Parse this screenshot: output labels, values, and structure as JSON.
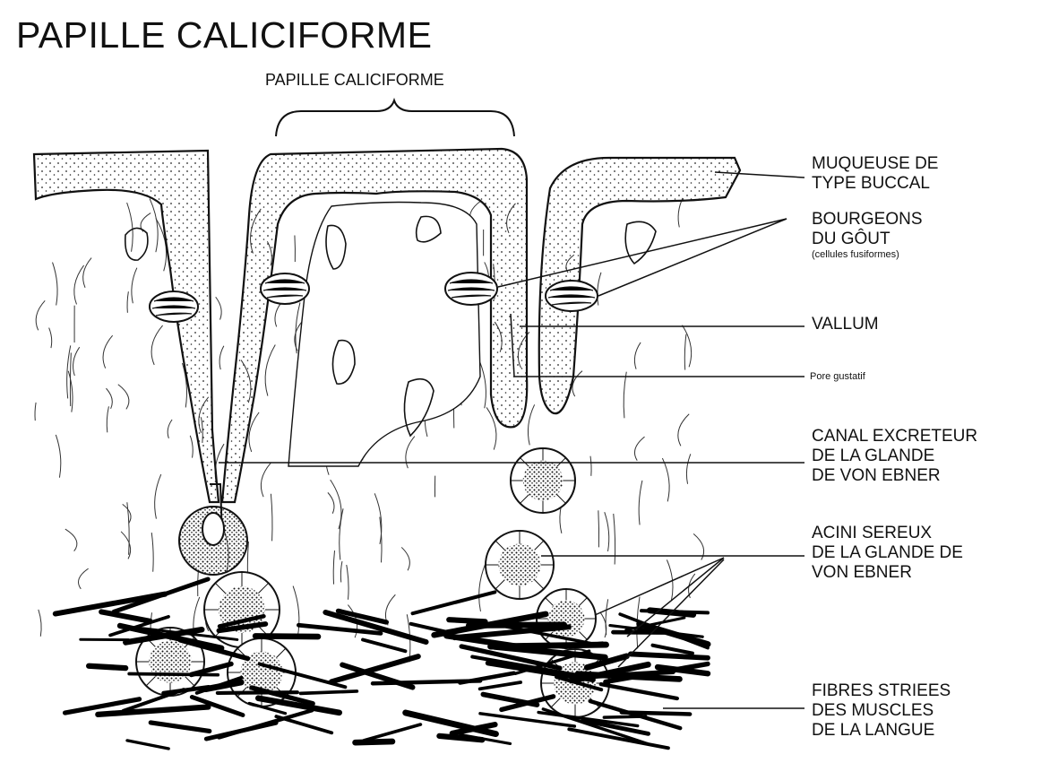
{
  "title": "PAPILLE CALICIFORME",
  "brace_label": "PAPILLE CALICIFORME",
  "labels": {
    "muqueuse": [
      "MUQUEUSE DE",
      "TYPE BUCCAL"
    ],
    "bourgeons": [
      "BOURGEONS",
      "DU GÔUT"
    ],
    "bourgeons_note": "(cellules fusiformes)",
    "vallum": "VALLUM",
    "pore": "Pore gustatif",
    "canal": [
      "CANAL EXCRETEUR",
      "DE LA GLANDE",
      "DE VON EBNER"
    ],
    "acini": [
      "ACINI SEREUX",
      "DE LA GLANDE DE",
      "VON EBNER"
    ],
    "fibres": [
      "FIBRES STRIEES",
      "DES MUSCLES",
      "DE LA LANGUE"
    ]
  },
  "colors": {
    "ink": "#111111",
    "paper": "#ffffff"
  }
}
